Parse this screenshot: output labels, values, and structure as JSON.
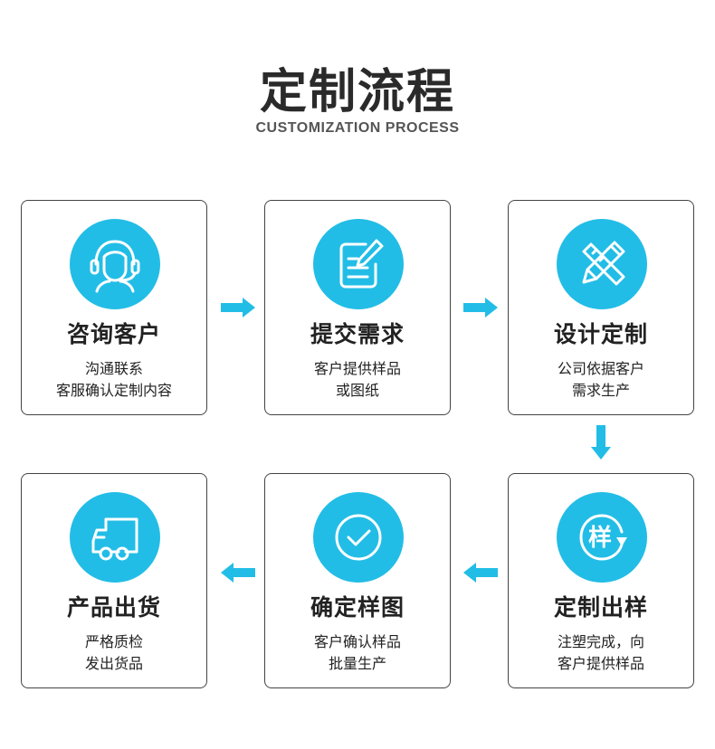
{
  "header": {
    "title": "定制流程",
    "subtitle": "CUSTOMIZATION PROCESS"
  },
  "accent_color": "#22bde6",
  "steps": [
    {
      "title": "咨询客户",
      "line1": "沟通联系",
      "line2": "客服确认定制内容",
      "icon": "customer-service-headset-icon"
    },
    {
      "title": "提交需求",
      "line1": "客户提供样品",
      "line2": "或图纸",
      "icon": "document-edit-icon"
    },
    {
      "title": "设计定制",
      "line1": "公司依据客户",
      "line2": "需求生产",
      "icon": "pencil-ruler-icon"
    },
    {
      "title": "定制出样",
      "line1": "注塑完成，向",
      "line2": "客户提供样品",
      "icon": "sample-refresh-icon",
      "icon_text": "样"
    },
    {
      "title": "确定样图",
      "line1": "客户确认样品",
      "line2": "批量生产",
      "icon": "check-circle-icon"
    },
    {
      "title": "产品出货",
      "line1": "严格质检",
      "line2": "发出货品",
      "icon": "delivery-truck-icon"
    }
  ]
}
